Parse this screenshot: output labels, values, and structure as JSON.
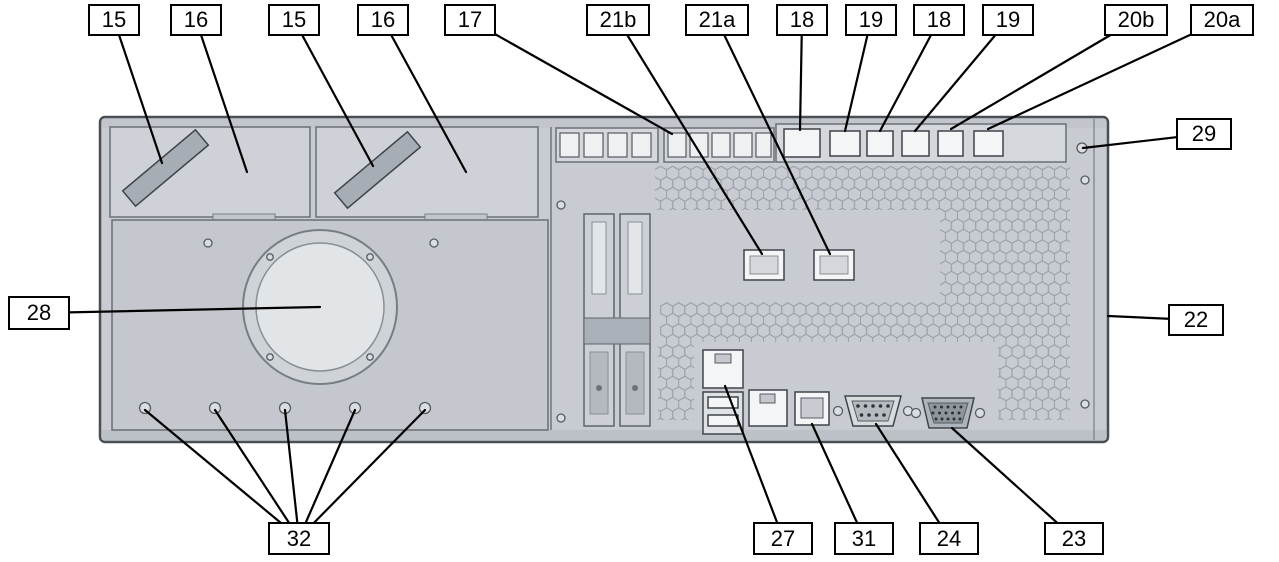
{
  "diagram": {
    "type": "hardware-rear-panel-callout-diagram",
    "colors": {
      "chassis": "#c8ccd2",
      "panel_light": "#d4d7db",
      "outline": "#4a4f55",
      "vent_hex": "#9aa0a8",
      "callout_border": "#000000",
      "callout_background": "#ffffff",
      "callout_line": "#000000"
    }
  },
  "callouts": {
    "c15a": {
      "label": "15"
    },
    "c16a": {
      "label": "16"
    },
    "c15b": {
      "label": "15"
    },
    "c16b": {
      "label": "16"
    },
    "c17": {
      "label": "17"
    },
    "c21b": {
      "label": "21b"
    },
    "c21a": {
      "label": "21a"
    },
    "c18a": {
      "label": "18"
    },
    "c19a": {
      "label": "19"
    },
    "c18b": {
      "label": "18"
    },
    "c19b": {
      "label": "19"
    },
    "c20b": {
      "label": "20b"
    },
    "c20a": {
      "label": "20a"
    },
    "c29": {
      "label": "29"
    },
    "c22": {
      "label": "22"
    },
    "c28": {
      "label": "28"
    },
    "c32": {
      "label": "32"
    },
    "c27": {
      "label": "27"
    },
    "c31": {
      "label": "31"
    },
    "c24": {
      "label": "24"
    },
    "c23": {
      "label": "23"
    }
  }
}
